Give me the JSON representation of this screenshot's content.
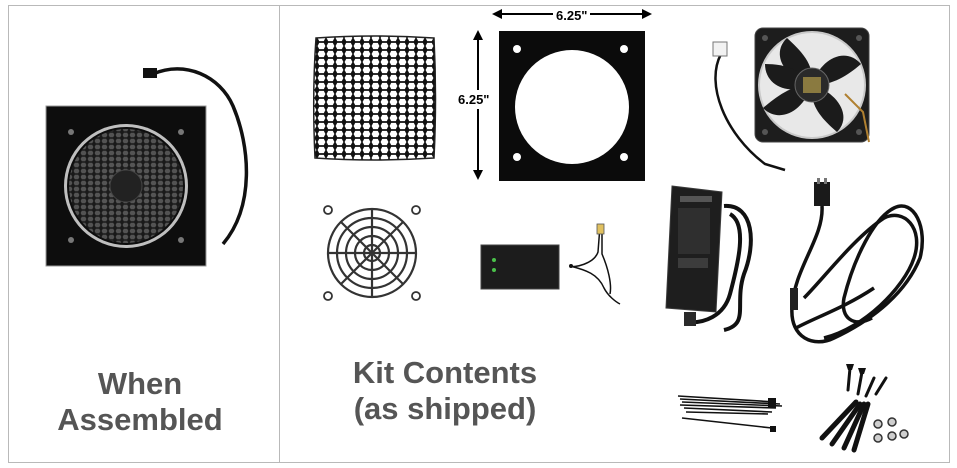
{
  "captions": {
    "assembled": [
      "When",
      "Assembled"
    ],
    "kit": [
      "Kit Contents",
      "(as shipped)"
    ]
  },
  "dimensions": {
    "width": "6.25\"",
    "height": "6.25\""
  },
  "icons": {
    "assembled": "assembled-fan-plate-icon",
    "filter": "honeycomb-filter-icon",
    "plate": "mounting-plate-icon",
    "fan": "cooling-fan-icon",
    "grill": "fan-grill-icon",
    "controller": "controller-box-icon",
    "sensor": "temperature-sensor-icon",
    "power": "power-supply-icon",
    "cord": "power-cord-icon",
    "ties": "cable-ties-icon",
    "screws": "screws-nuts-icon"
  },
  "colors": {
    "caption": "#555555",
    "border": "#b9b9b9"
  }
}
